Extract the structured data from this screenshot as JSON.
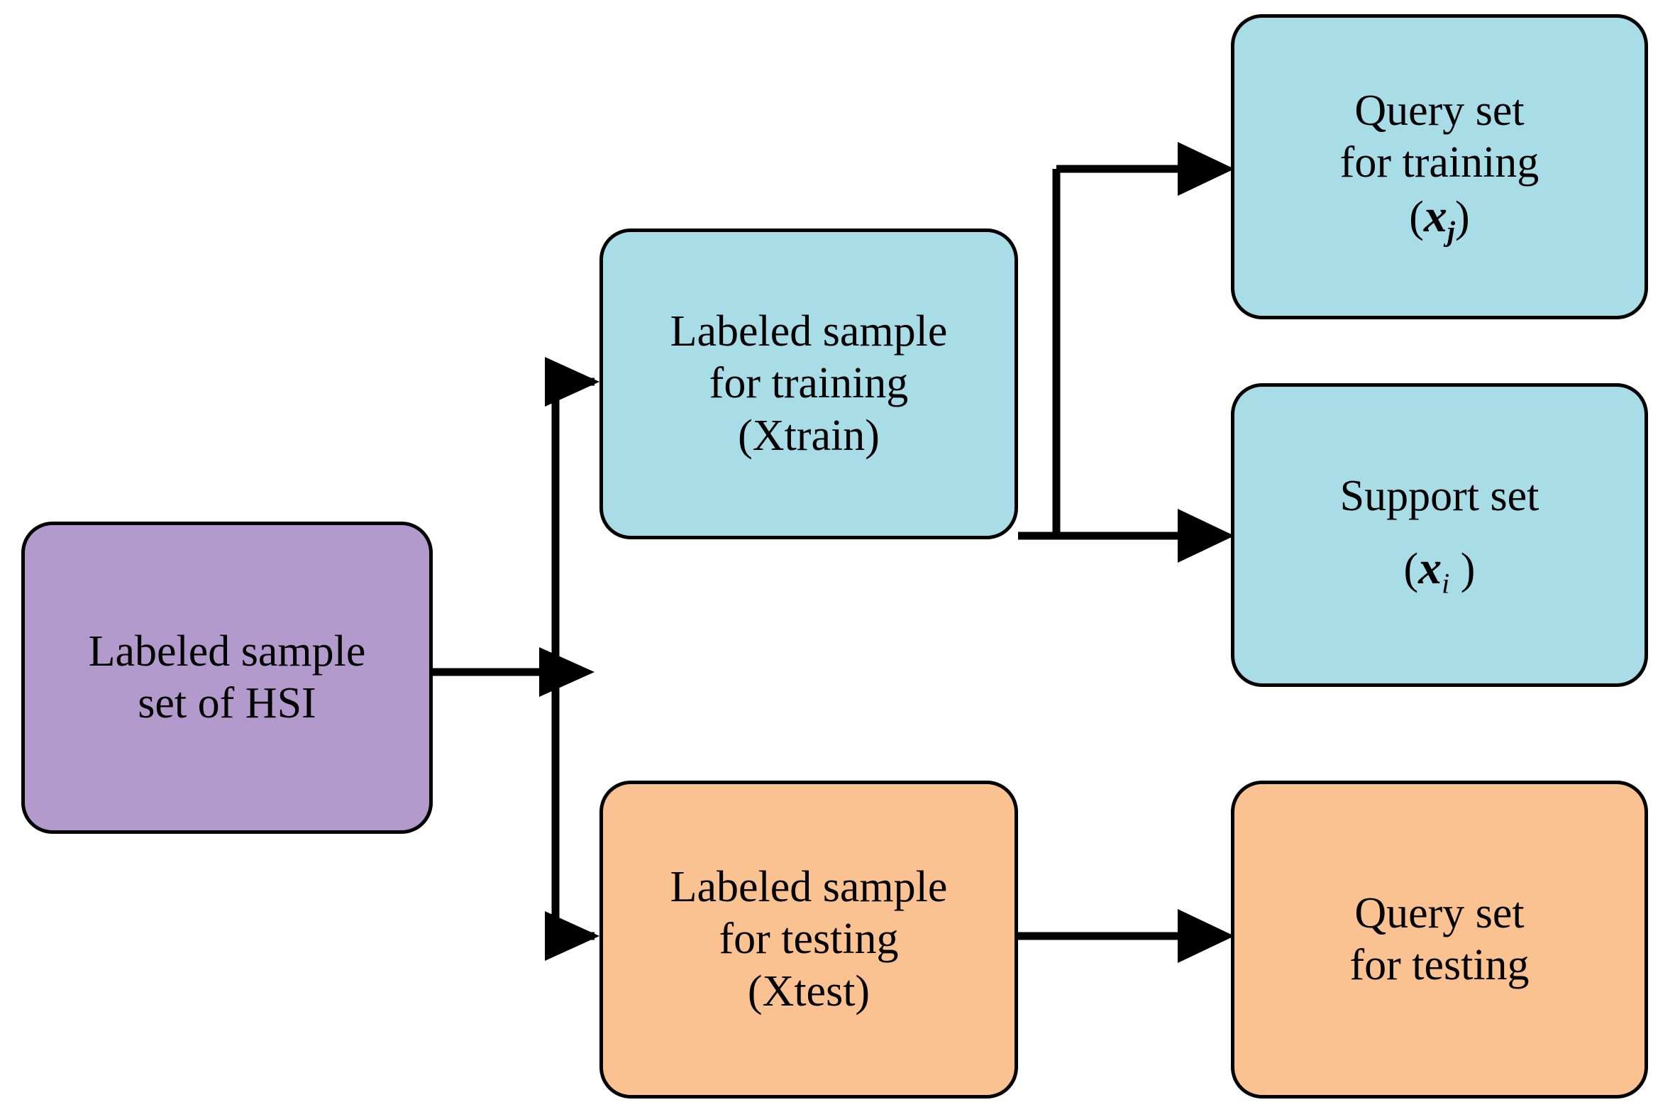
{
  "diagram": {
    "title": "HSI labeled sample set partition into support and query sets",
    "type": "flowchart",
    "background_color": "#FFFFFF",
    "edge_color": "#000000",
    "node_border_color": "#000000",
    "palette": {
      "purple": "#B29BCC",
      "light_blue": "#A8DCE6",
      "orange": "#FBC291"
    },
    "nodes": [
      {
        "id": "source",
        "label": "Labeled sample\nset of HSI",
        "lines": [
          "Labeled sample",
          "set of HSI"
        ],
        "fill": "#B29BCC"
      },
      {
        "id": "train",
        "label": "Labeled sample\nfor training\n(Xtrain)",
        "lines": [
          "Labeled sample",
          "for training",
          "(Xtrain)"
        ],
        "fill": "#A8DCE6"
      },
      {
        "id": "test",
        "label": "Labeled sample\nfor testing\n(Xtest)",
        "lines": [
          "Labeled sample",
          "for testing",
          "(Xtest)"
        ],
        "fill": "#FBC291"
      },
      {
        "id": "query_training",
        "label": "Query set\nfor training",
        "lines": [
          "Query set",
          "for training"
        ],
        "symbol_open": "(",
        "symbol_var": "x",
        "symbol_sub": "j",
        "symbol_close": ")",
        "fill": "#A8DCE6"
      },
      {
        "id": "support",
        "label": "Support set",
        "lines": [
          "Support set"
        ],
        "symbol_open": "(",
        "symbol_var": "x",
        "symbol_sub": "i",
        "symbol_close": " )",
        "fill": "#A8DCE6"
      },
      {
        "id": "query_testing",
        "label": "Query set\nfor testing",
        "lines": [
          "Query set",
          "for testing"
        ],
        "fill": "#FBC291"
      }
    ],
    "edges": [
      {
        "id": "source-to-split",
        "from": "source",
        "to": "split-train-test"
      },
      {
        "id": "split-to-train",
        "from": "split-train-test",
        "to": "train"
      },
      {
        "id": "split-to-test",
        "from": "split-train-test",
        "to": "test"
      },
      {
        "id": "train-to-split2",
        "from": "train",
        "to": "split-query-support"
      },
      {
        "id": "split2-to-query",
        "from": "split-query-support",
        "to": "query_training"
      },
      {
        "id": "split2-to-support",
        "from": "split-query-support",
        "to": "support"
      },
      {
        "id": "test-to-query",
        "from": "test",
        "to": "query_testing"
      }
    ]
  }
}
